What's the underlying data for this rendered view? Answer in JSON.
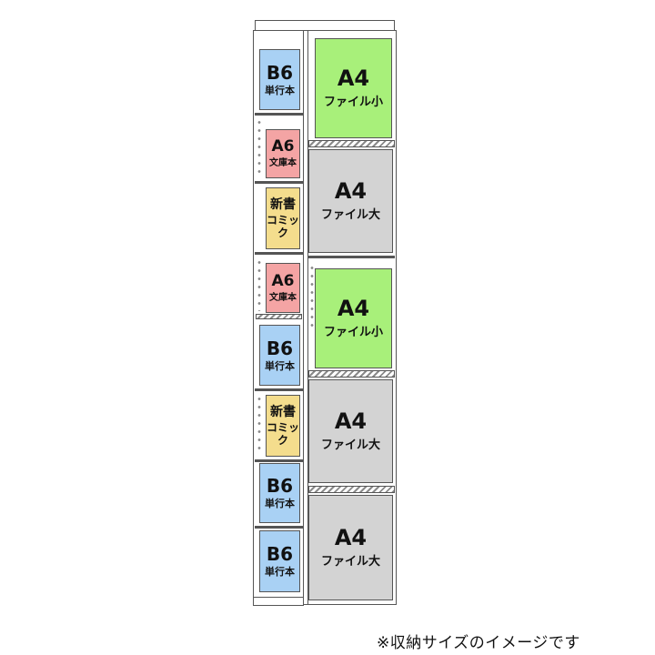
{
  "left_column": [
    {
      "size": "B6",
      "kind": "単行本",
      "type": "b6"
    },
    {
      "size": "A6",
      "kind": "文庫本",
      "type": "a6"
    },
    {
      "size": "新書",
      "kind": "コミック",
      "type": "shinsho"
    },
    {
      "size": "A6",
      "kind": "文庫本",
      "type": "a6"
    },
    {
      "size": "B6",
      "kind": "単行本",
      "type": "b6"
    },
    {
      "size": "新書",
      "kind": "コミック",
      "type": "shinsho"
    },
    {
      "size": "B6",
      "kind": "単行本",
      "type": "b6"
    },
    {
      "size": "B6",
      "kind": "単行本",
      "type": "b6"
    }
  ],
  "right_column": [
    {
      "size": "A4",
      "kind": "ファイル小",
      "type": "a4s"
    },
    {
      "size": "A4",
      "kind": "ファイル大",
      "type": "a4l"
    },
    {
      "size": "A4",
      "kind": "ファイル小",
      "type": "a4s"
    },
    {
      "size": "A4",
      "kind": "ファイル大",
      "type": "a4l"
    },
    {
      "size": "A4",
      "kind": "ファイル大",
      "type": "a4l"
    }
  ],
  "caption": "※収納サイズのイメージです",
  "colors": {
    "b6": "#a9d1f4",
    "a6": "#f4a4a4",
    "shinsho": "#f4dd8d",
    "a4_small": "#a8f07a",
    "a4_large": "#d3d3d3",
    "frame": "#555555"
  }
}
